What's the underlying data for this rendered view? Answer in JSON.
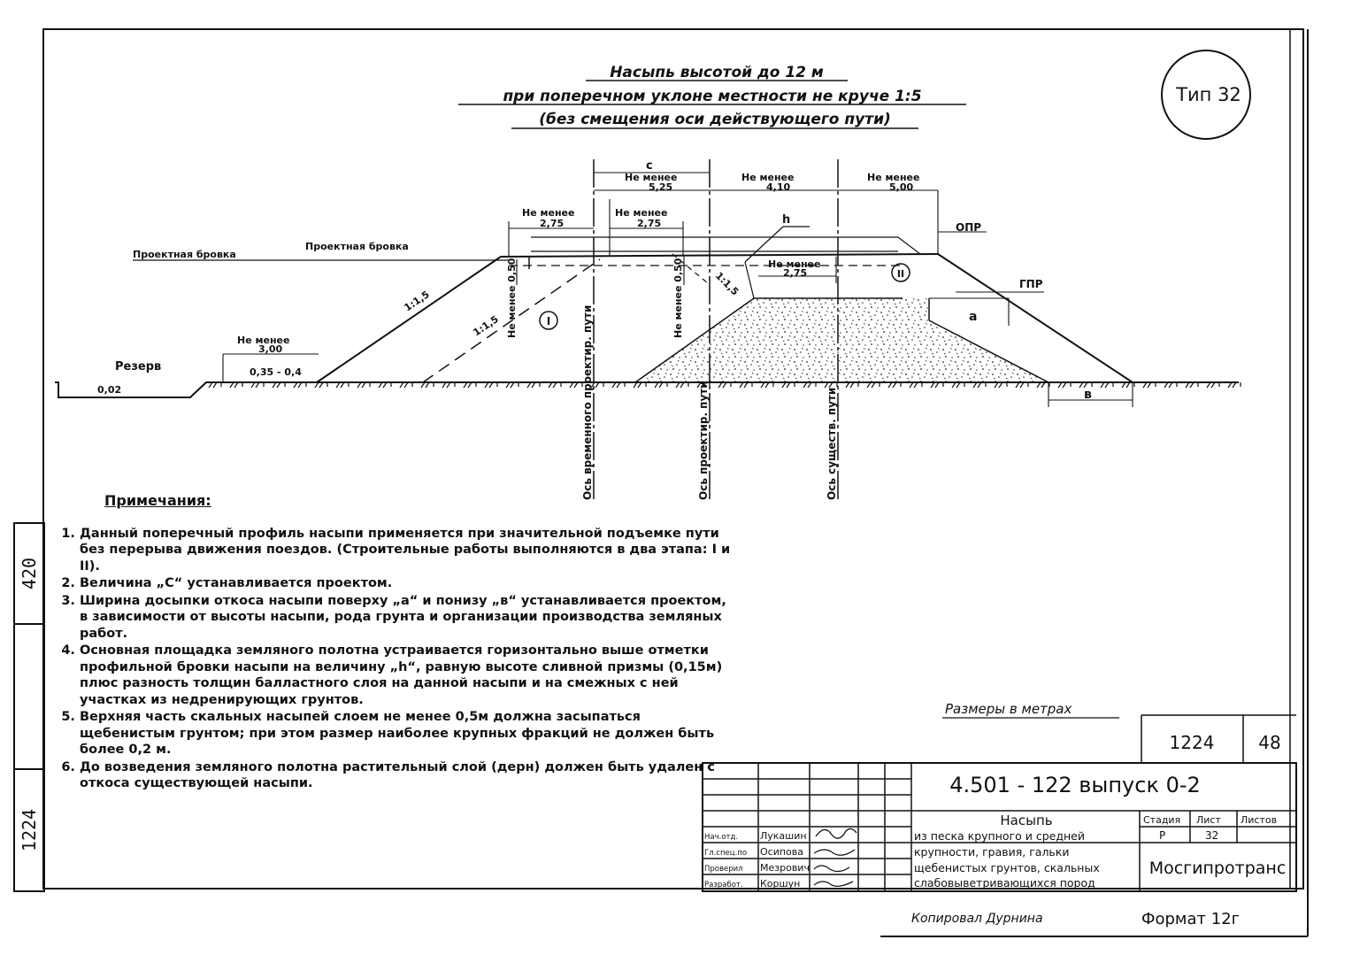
{
  "title": {
    "line1": "Насыпь высотой до 12 м",
    "line2": "при поперечном уклоне местности не круче 1:5",
    "line3": "(без смещения оси действующего пути)"
  },
  "type_badge": "Тип 32",
  "drawing_labels": {
    "c": "с",
    "not_less": "Не менее",
    "dim_5_25": "5,25",
    "dim_4_10": "4,10",
    "dim_5_00": "5,00",
    "dim_2_75_a": "2,75",
    "dim_2_75_b": "2,75",
    "dim_2_75_c": "2,75",
    "dim_3_00": "3,00",
    "h": "h",
    "opr": "ОПР",
    "gpr": "ГПР",
    "design_edge_left": "Проектная бровка",
    "design_edge_mid": "Проектная бровка",
    "slope_1_1_5": "1:1,5",
    "slope_1_1_5_b": "1:1,5",
    "slope_1_1_5_c": "1:1,5",
    "not_less_0_50": "Не менее 0,50",
    "stage_I": "I",
    "stage_II": "II",
    "reserve": "Резерв",
    "ditch_depth": "0,35 - 0,4",
    "ditch_slope": "0,02",
    "a": "а",
    "b": "в",
    "axis_temp": "Ось временного проектир. пути",
    "axis_design": "Ось проектир. пути",
    "axis_existing": "Ось существ. пути"
  },
  "notes": {
    "title": "Примечания:",
    "items": [
      "Данный поперечный профиль насыпи применяется при значительной подъемке пути без перерыва движения поездов. (Строительные работы выполняются в два этапа: I и II).",
      "Величина „С“ устанавливается проектом.",
      "Ширина досыпки откоса насыпи поверху „а“ и понизу „в“ устанавливается проектом, в зависимости от высоты насыпи, рода грунта и организации производства земляных работ.",
      "Основная площадка земляного полотна устраивается горизонтально выше отметки профильной бровки насыпи на величину „h“, равную высоте сливной призмы (0,15м) плюс разность толщин балластного слоя на данной насыпи и на смежных с ней участках из недренирующих грунтов.",
      "Верхняя часть скальных насыпей слоем не менее 0,5м должна засыпаться щебенистым грунтом; при этом размер наиболее крупных фракций не должен быть более 0,2 м.",
      "До возведения земляного полотна растительный слой (дерн) должен быть удален с откоса существующей насыпи."
    ]
  },
  "sizes_note": "Размеры в метрах",
  "side_stamp": {
    "top": "420",
    "bottom": "1224"
  },
  "title_block": {
    "sheet_code": "1224",
    "page": "48",
    "document": "4.501 - 122  выпуск 0-2",
    "name_title": "Насыпь",
    "name_body": [
      "из песка крупного и средней",
      "крупности, гравия, гальки",
      "щебенистых грунтов, скальных",
      "слабовыветривающихся пород"
    ],
    "stage_hdr": "Стадия",
    "sheet_hdr": "Лист",
    "sheets_hdr": "Листов",
    "stage": "Р",
    "sheet": "32",
    "company": "Мосгипротранс",
    "roles": [
      {
        "role": "Нач.отд.",
        "name": "Лукашин"
      },
      {
        "role": "Гл.спец.по",
        "name": "Осипова"
      },
      {
        "role": "Проверил",
        "name": "Мезрович"
      },
      {
        "role": "Разработ.",
        "name": "Коршун"
      }
    ]
  },
  "footer": {
    "signature": "Копировал Дурнина",
    "format": "Формат 12г"
  }
}
